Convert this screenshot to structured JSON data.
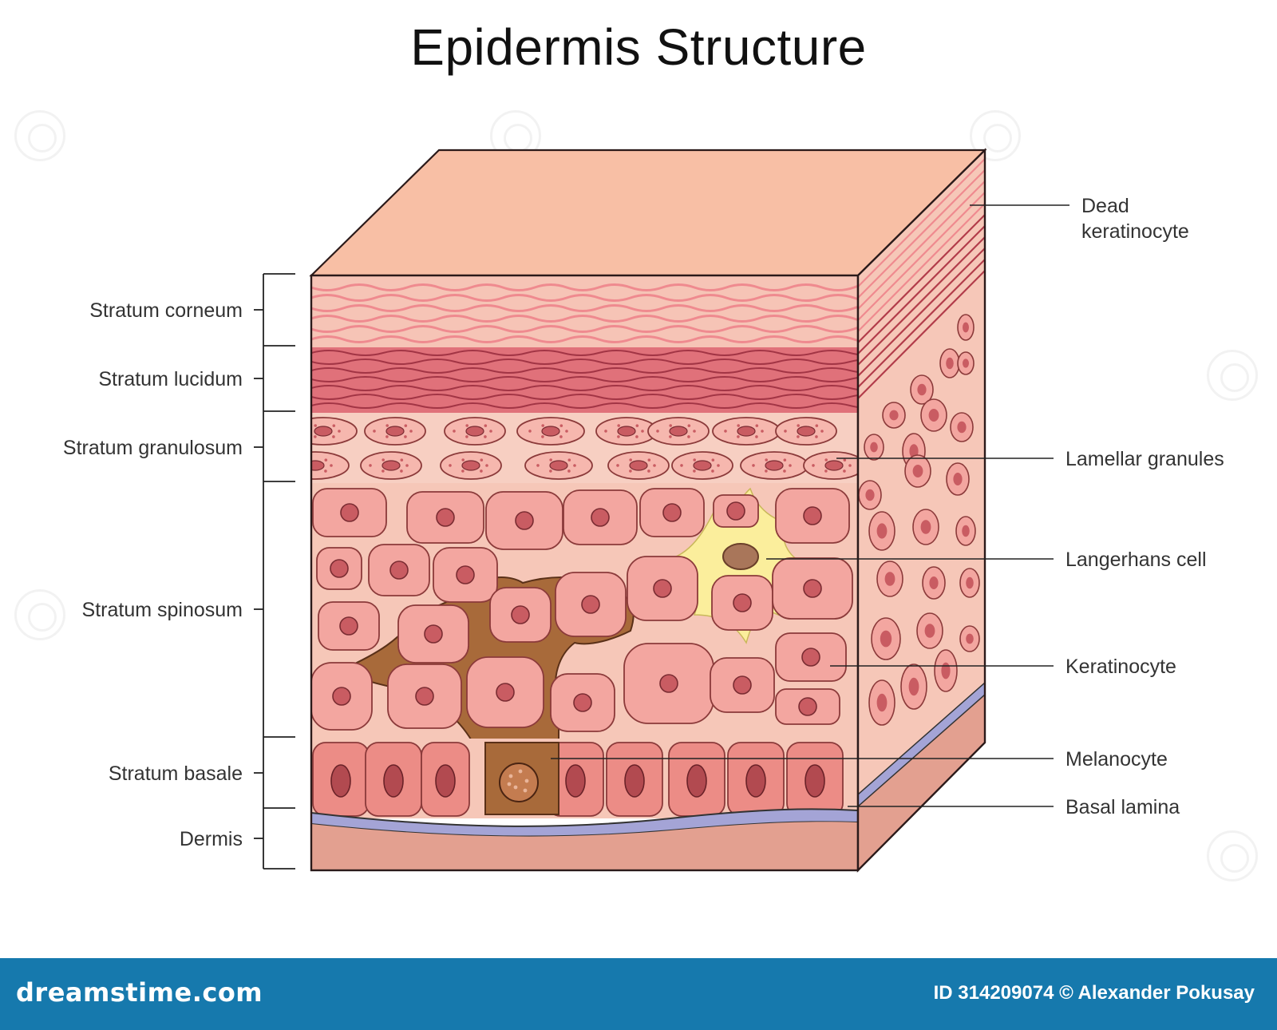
{
  "title": "Epidermis Structure",
  "layers": [
    {
      "id": "corneum",
      "label": "Stratum corneum"
    },
    {
      "id": "lucidum",
      "label": "Stratum lucidum"
    },
    {
      "id": "granulosum",
      "label": "Stratum granulosum"
    },
    {
      "id": "spinosum",
      "label": "Stratum spinosum"
    },
    {
      "id": "basale",
      "label": "Stratum basale"
    },
    {
      "id": "dermis",
      "label": "Dermis"
    }
  ],
  "callouts": {
    "dead_keratinocyte_line1": "Dead",
    "dead_keratinocyte_line2": "keratinocyte",
    "lamellar_granules": "Lamellar granules",
    "langerhans_cell": "Langerhans cell",
    "keratinocyte": "Keratinocyte",
    "melanocyte": "Melanocyte",
    "basal_lamina": "Basal lamina"
  },
  "footer": {
    "brand": "dreamstime.com",
    "credit": "ID 314209074 © Alexander Pokusay"
  },
  "colors": {
    "top_face": "#f8bfa5",
    "corneum": "#f6c4b6",
    "lucidum": "#e0717a",
    "granulosum_bg": "#f7cfc2",
    "spinosum_bg": "#f6c7b8",
    "cell_fill": "#f3a6a0",
    "nucleus": "#c85a60",
    "basal_cell": "#ec8c86",
    "basal_lamina": "#a4a4d6",
    "dermis": "#e3a090",
    "melanocyte": "#a86a3a",
    "langerhans": "#fbee9c",
    "footer": "#1679ad"
  }
}
